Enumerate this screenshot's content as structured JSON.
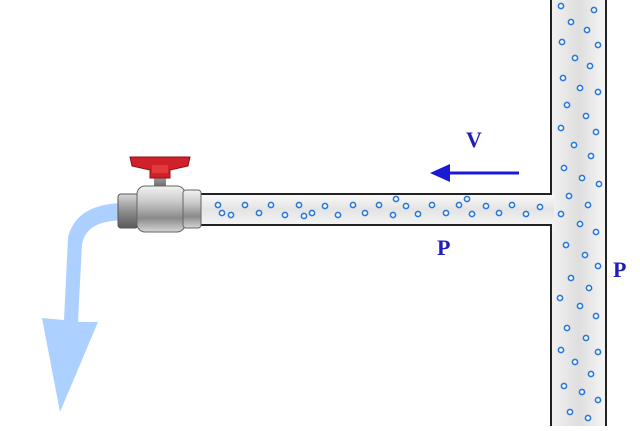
{
  "labels": {
    "velocity": "V",
    "pressure_pipe": "P",
    "pressure_main": "P"
  },
  "icons": {
    "valve": "ball-valve-icon",
    "flow_arrow": "arrow-left-icon",
    "outflow": "water-stream-icon"
  },
  "colors": {
    "label": "#1f1fb8",
    "arrow": "#1a1ad6",
    "water": "#a8ceff",
    "particle": "#2b79d6",
    "pipe_fill": "#ececec",
    "pipe_stroke": "#222222",
    "valve_handle": "#d0202a",
    "valve_body": "#bdbdbd"
  }
}
